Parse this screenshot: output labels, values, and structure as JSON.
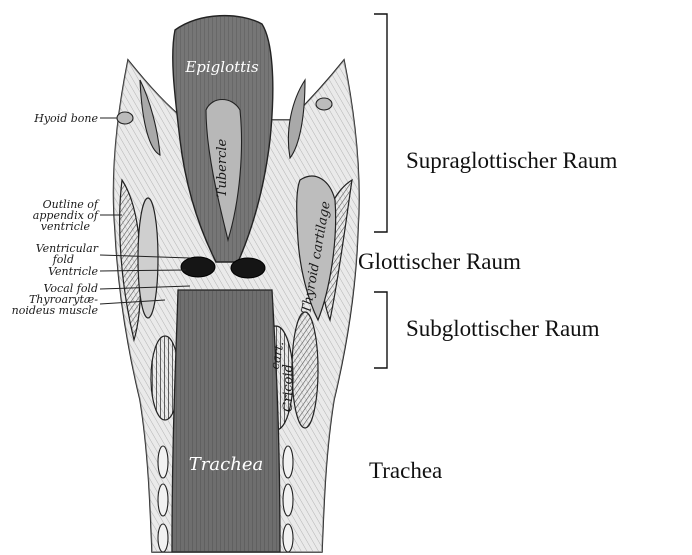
{
  "figure": {
    "structure_labels": {
      "epiglottis": "Epiglottis",
      "tubercle": "Tubercle",
      "hyoid_bone": "Hyoid bone",
      "outline_appendix_1": "Outline of",
      "outline_appendix_2": "appendix of",
      "outline_appendix_3": "ventricle",
      "ventricular_fold_1": "Ventricular",
      "ventricular_fold_2": "fold",
      "ventricle": "Ventricle",
      "vocal_fold": "Vocal fold",
      "thyroarytaenoideus_1": "Thyroarytæ-",
      "thyroarytaenoideus_2": "noideus muscle",
      "thyroid_cartilage": "Thyroid cartilage",
      "cricoid_cart_1": "Cricoid",
      "cricoid_cart_2": "cart.",
      "trachea": "Trachea"
    },
    "region_labels": {
      "supraglottic": "Supraglottischer Raum",
      "glottic": "Glottischer Raum",
      "subglottic": "Subglottischer Raum",
      "trachea": "Trachea"
    }
  }
}
